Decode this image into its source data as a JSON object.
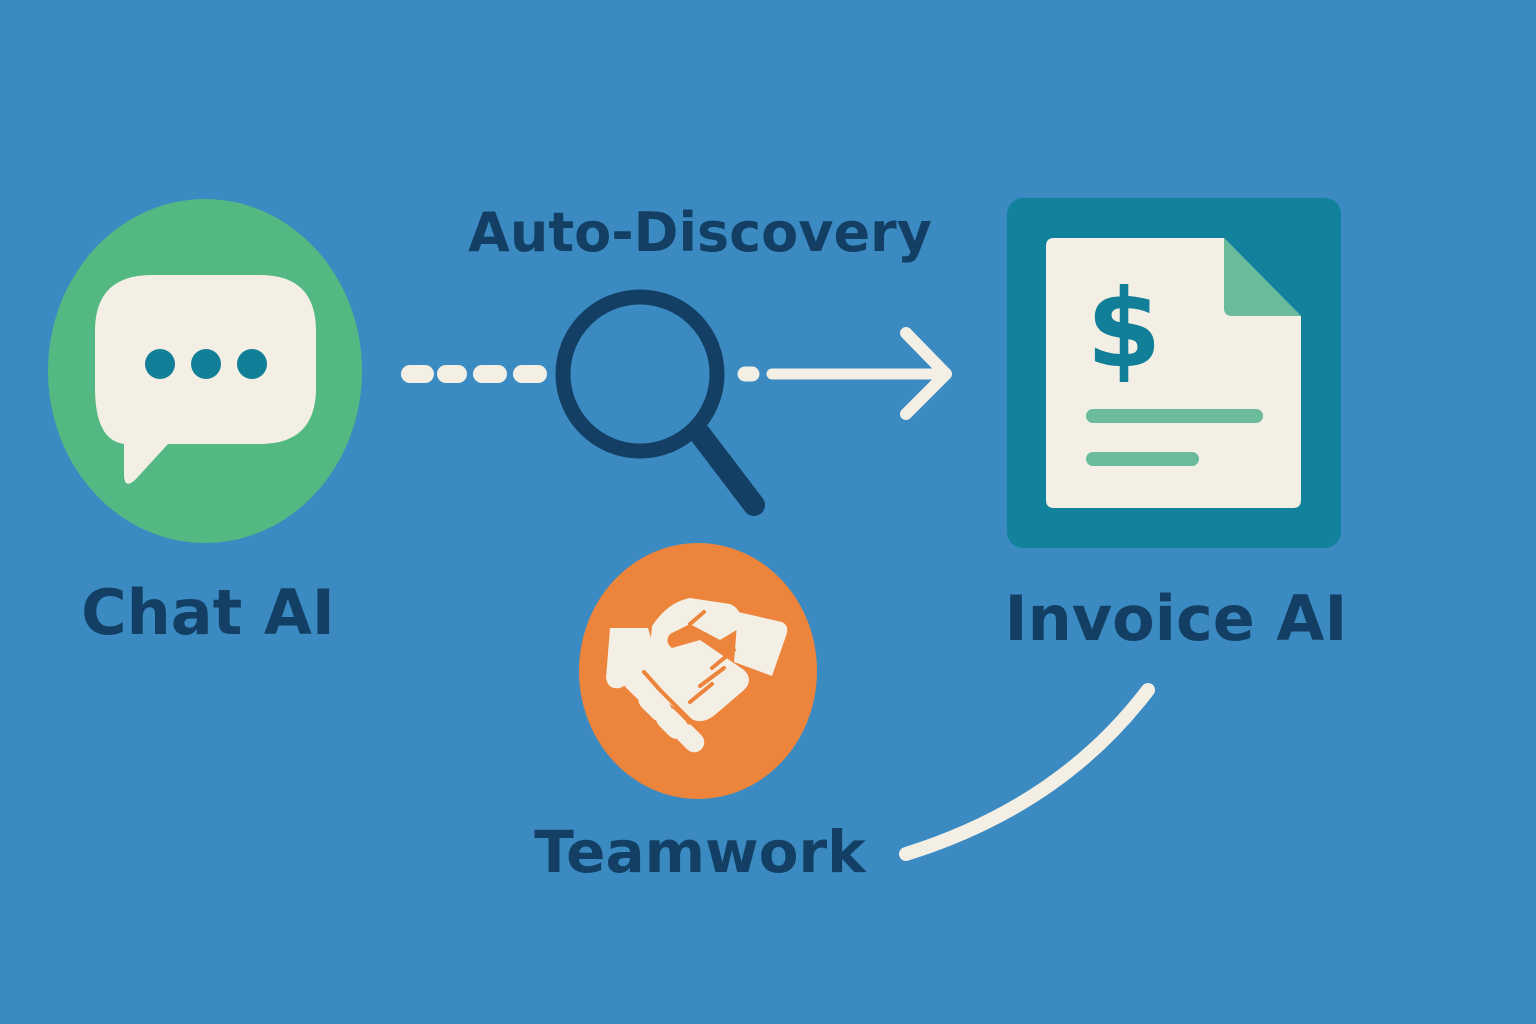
{
  "nodes": {
    "chat": {
      "label": "Chat AI",
      "icon": "chat-bubble-icon"
    },
    "invoice": {
      "label": "Invoice AI",
      "icon": "invoice-document-icon",
      "symbol": "$"
    },
    "discovery": {
      "label": "Auto-Discovery",
      "icon": "magnifying-glass-icon"
    },
    "teamwork": {
      "label": "Teamwork",
      "icon": "handshake-icon"
    }
  },
  "colors": {
    "background": "#3b8ac2",
    "chat_circle": "#53b882",
    "invoice_box": "#12829c",
    "paper": "#f4efe4",
    "teal_dots": "#127f98",
    "accent_green": "#6abb9c",
    "dark_navy": "#143f64",
    "teamwork_circle": "#ec843c",
    "connector": "#f4efe4"
  }
}
